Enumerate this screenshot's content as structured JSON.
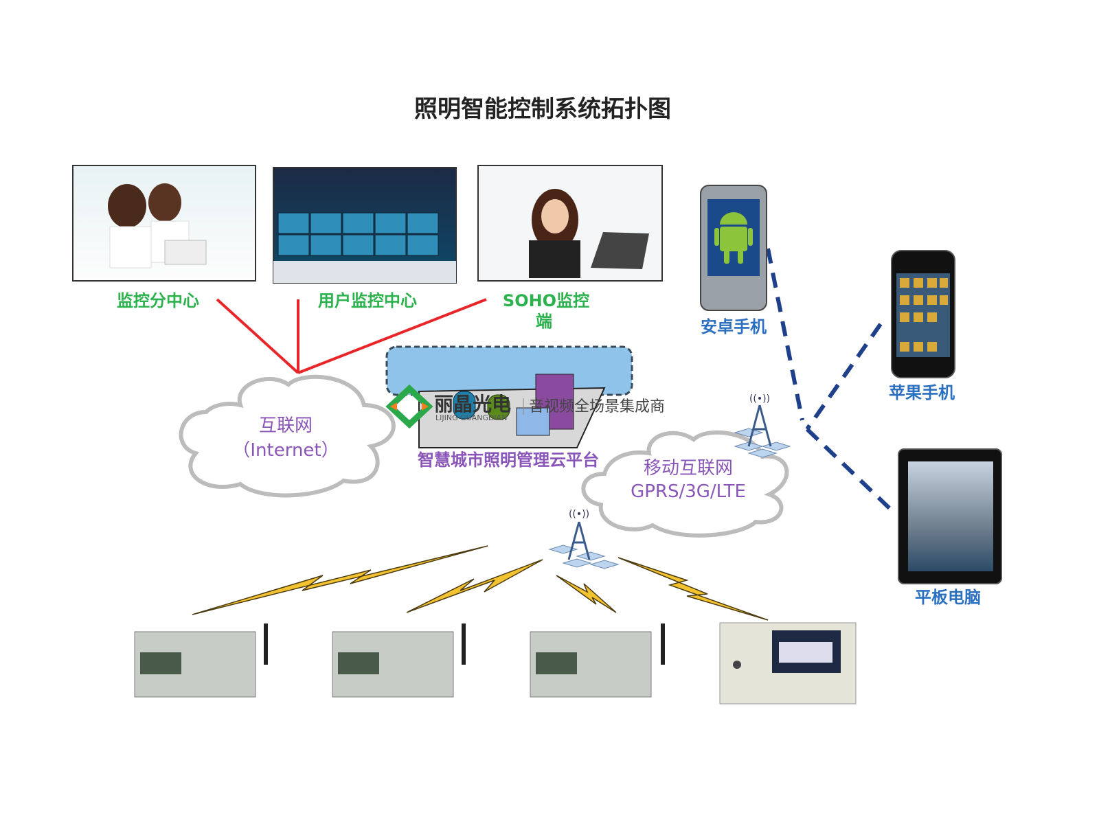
{
  "title": "照明智能控制系统拓扑图",
  "centers": [
    {
      "label": "监控分中心"
    },
    {
      "label": "用户监控中心"
    },
    {
      "label_line1": "SOHO监控",
      "label_line2": "端"
    }
  ],
  "internet": {
    "line1": "互联网",
    "line2": "（Internet）"
  },
  "cloud_platform": {
    "label": "智慧城市照明管理云平台"
  },
  "mobile_net": {
    "line1": "移动互联网",
    "line2": "GPRS/3G/LTE"
  },
  "devices": {
    "android": "安卓手机",
    "iphone": "苹果手机",
    "tablet": "平板电脑"
  },
  "watermark": {
    "brand": "丽晶光电",
    "slogan": "音视频全场景集成商",
    "pinyin": "LIJING GUANGDIAN"
  },
  "colors": {
    "red_link": "#e8262a",
    "blue_link": "#1e3f8a",
    "bolt": "#f2c230",
    "green_text": "#2bb24c",
    "blue_text": "#2a6fc0",
    "purple_text": "#8a55b8"
  }
}
